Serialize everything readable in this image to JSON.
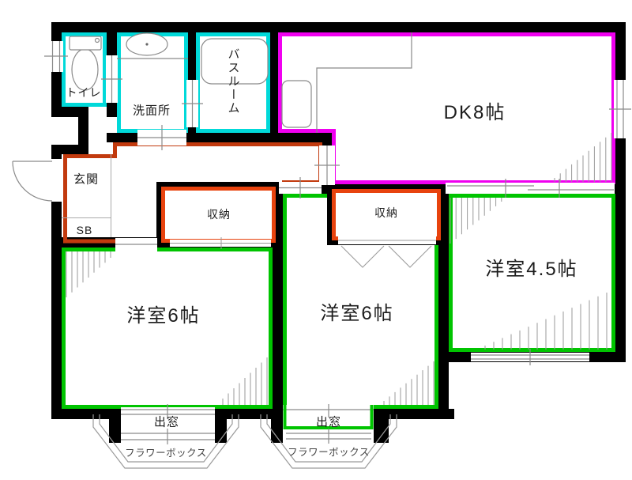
{
  "plan": {
    "rooms": {
      "toilet": {
        "label": "トイレ"
      },
      "washroom": {
        "label": "洗面所"
      },
      "bathroom": {
        "label": "バスルーム"
      },
      "dk": {
        "label": "DK8帖"
      },
      "entrance": {
        "label": "玄関"
      },
      "shoebox": {
        "label": "SB"
      },
      "closet1": {
        "label": "収納"
      },
      "closet2": {
        "label": "収納"
      },
      "western1": {
        "label": "洋室6帖"
      },
      "western2": {
        "label": "洋室6帖"
      },
      "western3": {
        "label": "洋室4.5帖"
      },
      "bay1": {
        "label": "出窓"
      },
      "bay2": {
        "label": "出窓"
      },
      "flowerbox1": {
        "label": "フラワーボックス"
      },
      "flowerbox2": {
        "label": "フラワーボックス"
      }
    },
    "colors": {
      "wall": "#000000",
      "wet_area_accent": "#00d9d9",
      "dk_accent": "#f000f0",
      "hallway_accent": "#c23a0e",
      "closet_accent": "#e8430e",
      "room_accent": "#00c400",
      "fixture_line": "#909090",
      "hatch_line": "#9a9a9a"
    }
  }
}
